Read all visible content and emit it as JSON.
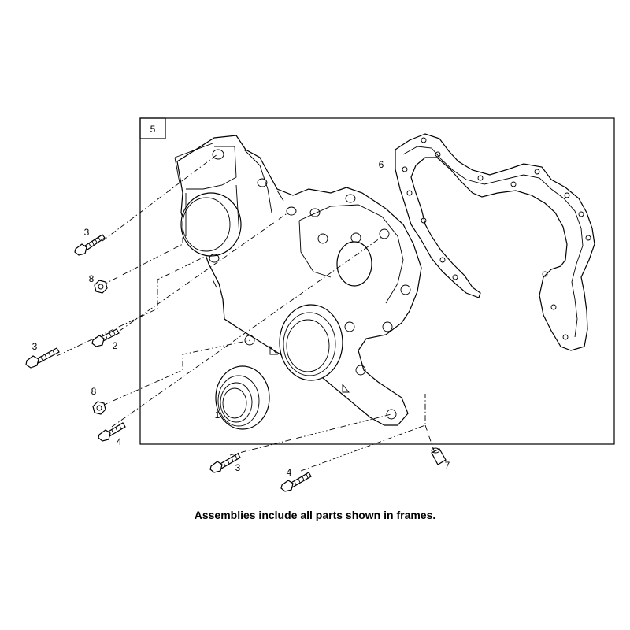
{
  "frame": {
    "label": "5"
  },
  "callouts": {
    "seal": "1",
    "screw_short": "2",
    "screw_top": "3",
    "screw_left": "3",
    "screw_bottom": "3",
    "screw_mid_left": "4",
    "screw_bottom_right": "4",
    "gasket": "6",
    "dowel": "7",
    "nut_upper": "8",
    "nut_lower": "8"
  },
  "caption": "Assemblies include all parts shown in frames."
}
